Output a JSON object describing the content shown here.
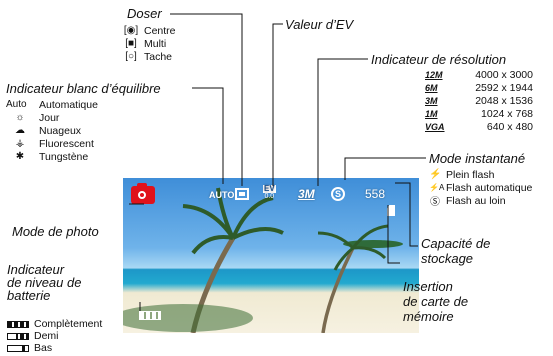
{
  "doser": {
    "title": "Doser",
    "items": [
      {
        "icon": "[◉]",
        "label": "Centre"
      },
      {
        "icon": "[■]",
        "label": "Multi"
      },
      {
        "icon": "[○]",
        "label": "Tache"
      }
    ]
  },
  "ev": {
    "title": "Valeur d’EV",
    "osd": "EV",
    "osd_value": "0.0"
  },
  "resolution": {
    "title": "Indicateur de résolution",
    "rows": [
      {
        "code": "12M",
        "value": "4000 x 3000"
      },
      {
        "code": "6M",
        "value": "2592 x 1944"
      },
      {
        "code": "3M",
        "value": "2048 x 1536"
      },
      {
        "code": "1M",
        "value": "1024 x 768"
      },
      {
        "code": "VGA",
        "value": "640 x 480"
      }
    ]
  },
  "white_balance": {
    "title": "Indicateur blanc d’équilibre",
    "items": [
      {
        "icon": "Auto",
        "label": "Automatique"
      },
      {
        "icon": "☼",
        "label": "Jour"
      },
      {
        "icon": "☁",
        "label": "Nuageux"
      },
      {
        "icon": "⚶",
        "label": "Fluorescent"
      },
      {
        "icon": "✱",
        "label": "Tungstène"
      }
    ]
  },
  "flash": {
    "title": "Mode instantané",
    "items": [
      {
        "icon": "⚡",
        "label": "Plein flash"
      },
      {
        "icon": "⚡A",
        "label": "Flash automatique"
      },
      {
        "icon": "Ⓢ",
        "label": "Flash au loin"
      }
    ]
  },
  "photo_mode": {
    "title": "Mode de photo"
  },
  "storage": {
    "title_1": "Capacité de",
    "title_2": "stockage",
    "osd_count": "558"
  },
  "memory_card": {
    "title_1": "Insertion",
    "title_2": "de carte de",
    "title_3": "mémoire"
  },
  "battery": {
    "title_1": "Indicateur",
    "title_2": "de niveau de",
    "title_3": "batterie",
    "items": [
      {
        "label": "Complètement",
        "level": 3
      },
      {
        "label": "Demi",
        "level": 2
      },
      {
        "label": "Bas",
        "level": 1
      }
    ]
  },
  "osd": {
    "wb": "AUTO",
    "resolution": "3M"
  },
  "colors": {
    "camera_icon": "#e0121b",
    "line": "#111111"
  }
}
